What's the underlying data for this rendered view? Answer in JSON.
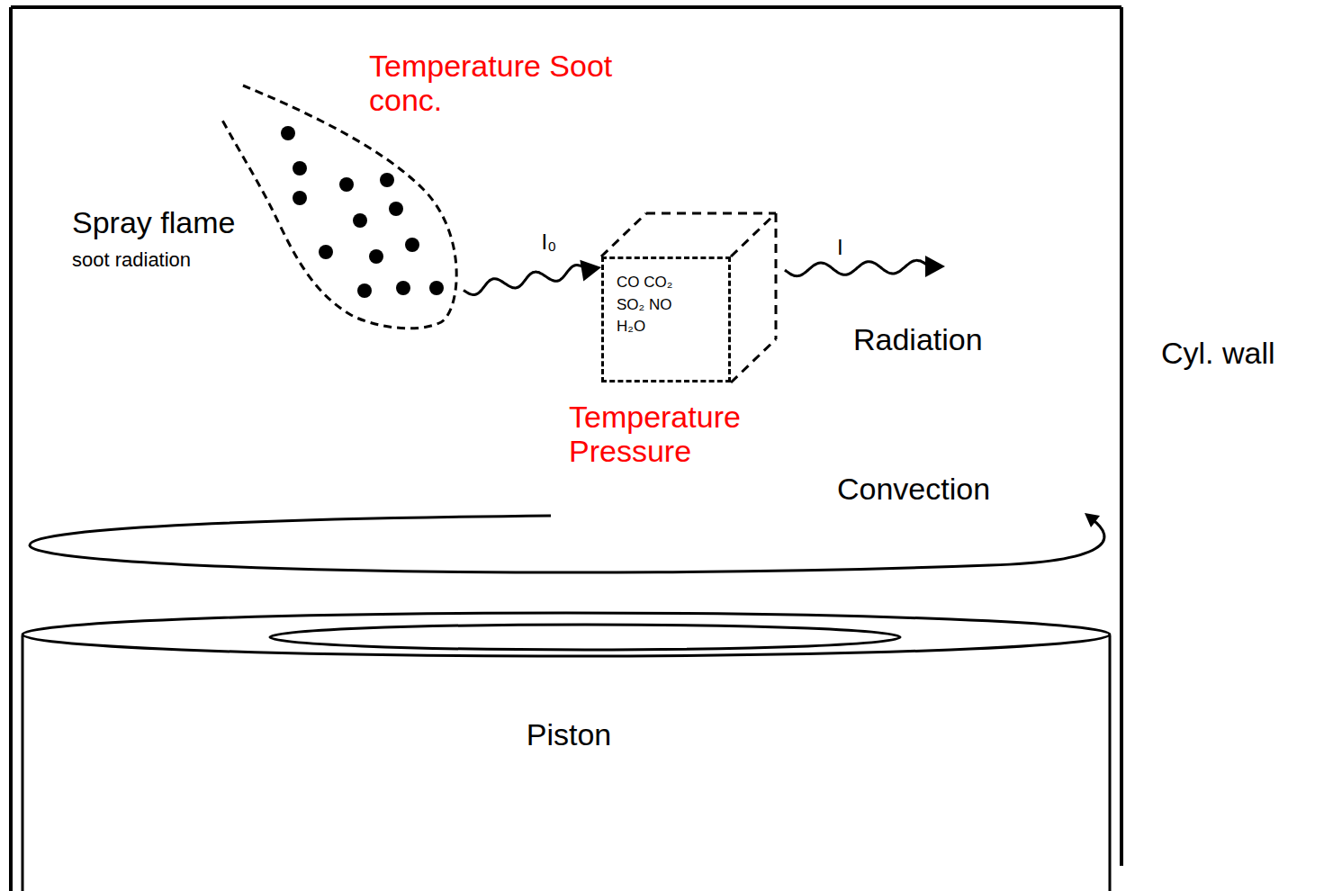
{
  "diagram": {
    "nodes": [
      {
        "text": [
          "Spray flame",
          "soot radiation"
        ]
      },
      {
        "text": [
          "CO CO₂ SO₂ NO H₂O"
        ]
      },
      {
        "text": [
          "Piston"
        ]
      }
    ],
    "edges": [
      {
        "from": 0,
        "to": 1,
        "arrow": "to",
        "label": "I₀"
      }
    ],
    "labels": [
      "Temperature Soot conc.",
      "Temperature Pressure",
      "I",
      "Radiation",
      "Convection",
      "Cyl. wall"
    ]
  }
}
